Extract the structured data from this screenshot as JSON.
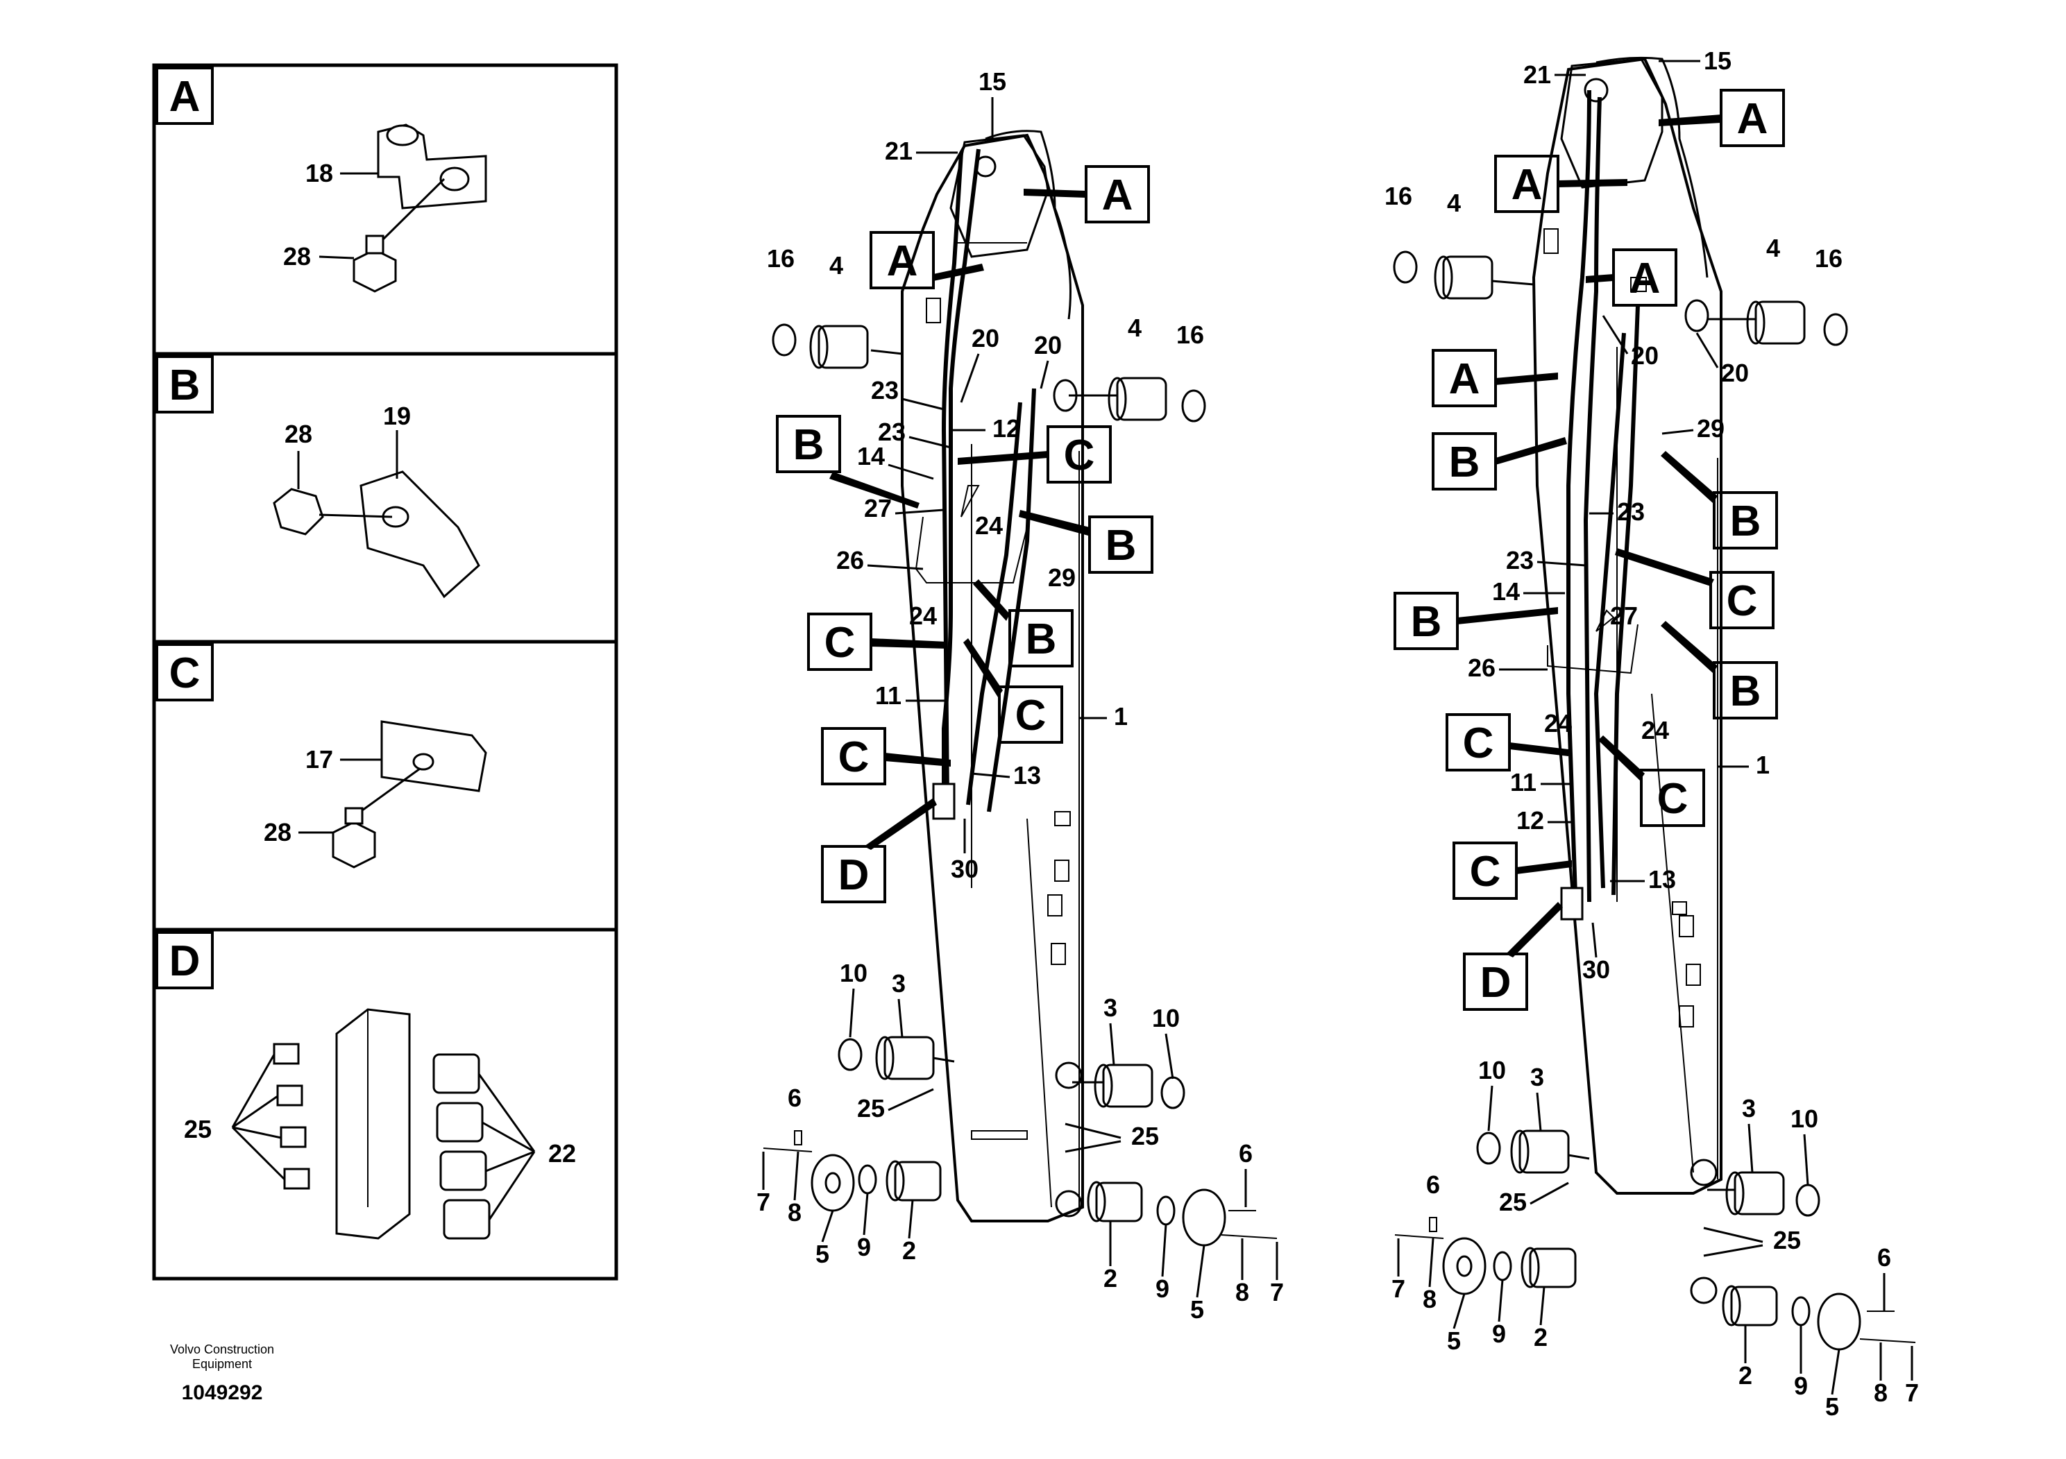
{
  "detail_panels": [
    {
      "letter": "A",
      "labels": [
        "18",
        "28"
      ]
    },
    {
      "letter": "B",
      "labels": [
        "28",
        "19"
      ]
    },
    {
      "letter": "C",
      "labels": [
        "17",
        "28"
      ]
    },
    {
      "letter": "D",
      "labels": [
        "25",
        "22"
      ]
    }
  ],
  "left_arm": {
    "labels": [
      "15",
      "21",
      "16",
      "4",
      "20",
      "20",
      "4",
      "16",
      "23",
      "12",
      "23",
      "14",
      "27",
      "24",
      "26",
      "29",
      "24",
      "11",
      "13",
      "30",
      "1",
      "10",
      "3",
      "3",
      "10",
      "6",
      "25",
      "25",
      "6",
      "7",
      "8",
      "5",
      "9",
      "2",
      "2",
      "9",
      "5",
      "8",
      "7"
    ],
    "refs": [
      "A",
      "A",
      "B",
      "C",
      "B",
      "B",
      "C",
      "C",
      "C",
      "D"
    ]
  },
  "right_arm": {
    "labels": [
      "21",
      "15",
      "16",
      "4",
      "4",
      "16",
      "20",
      "20",
      "29",
      "23",
      "23",
      "14",
      "27",
      "26",
      "24",
      "24",
      "11",
      "12",
      "13",
      "30",
      "1",
      "10",
      "3",
      "3",
      "10",
      "6",
      "25",
      "25",
      "6",
      "7",
      "8",
      "5",
      "9",
      "2",
      "2",
      "9",
      "5",
      "8",
      "7"
    ],
    "refs": [
      "A",
      "A",
      "A",
      "A",
      "B",
      "B",
      "C",
      "B",
      "B",
      "C",
      "C",
      "C",
      "D"
    ]
  },
  "footer": {
    "company_line1": "Volvo Construction",
    "company_line2": "Equipment",
    "drawing_number": "1049292"
  }
}
